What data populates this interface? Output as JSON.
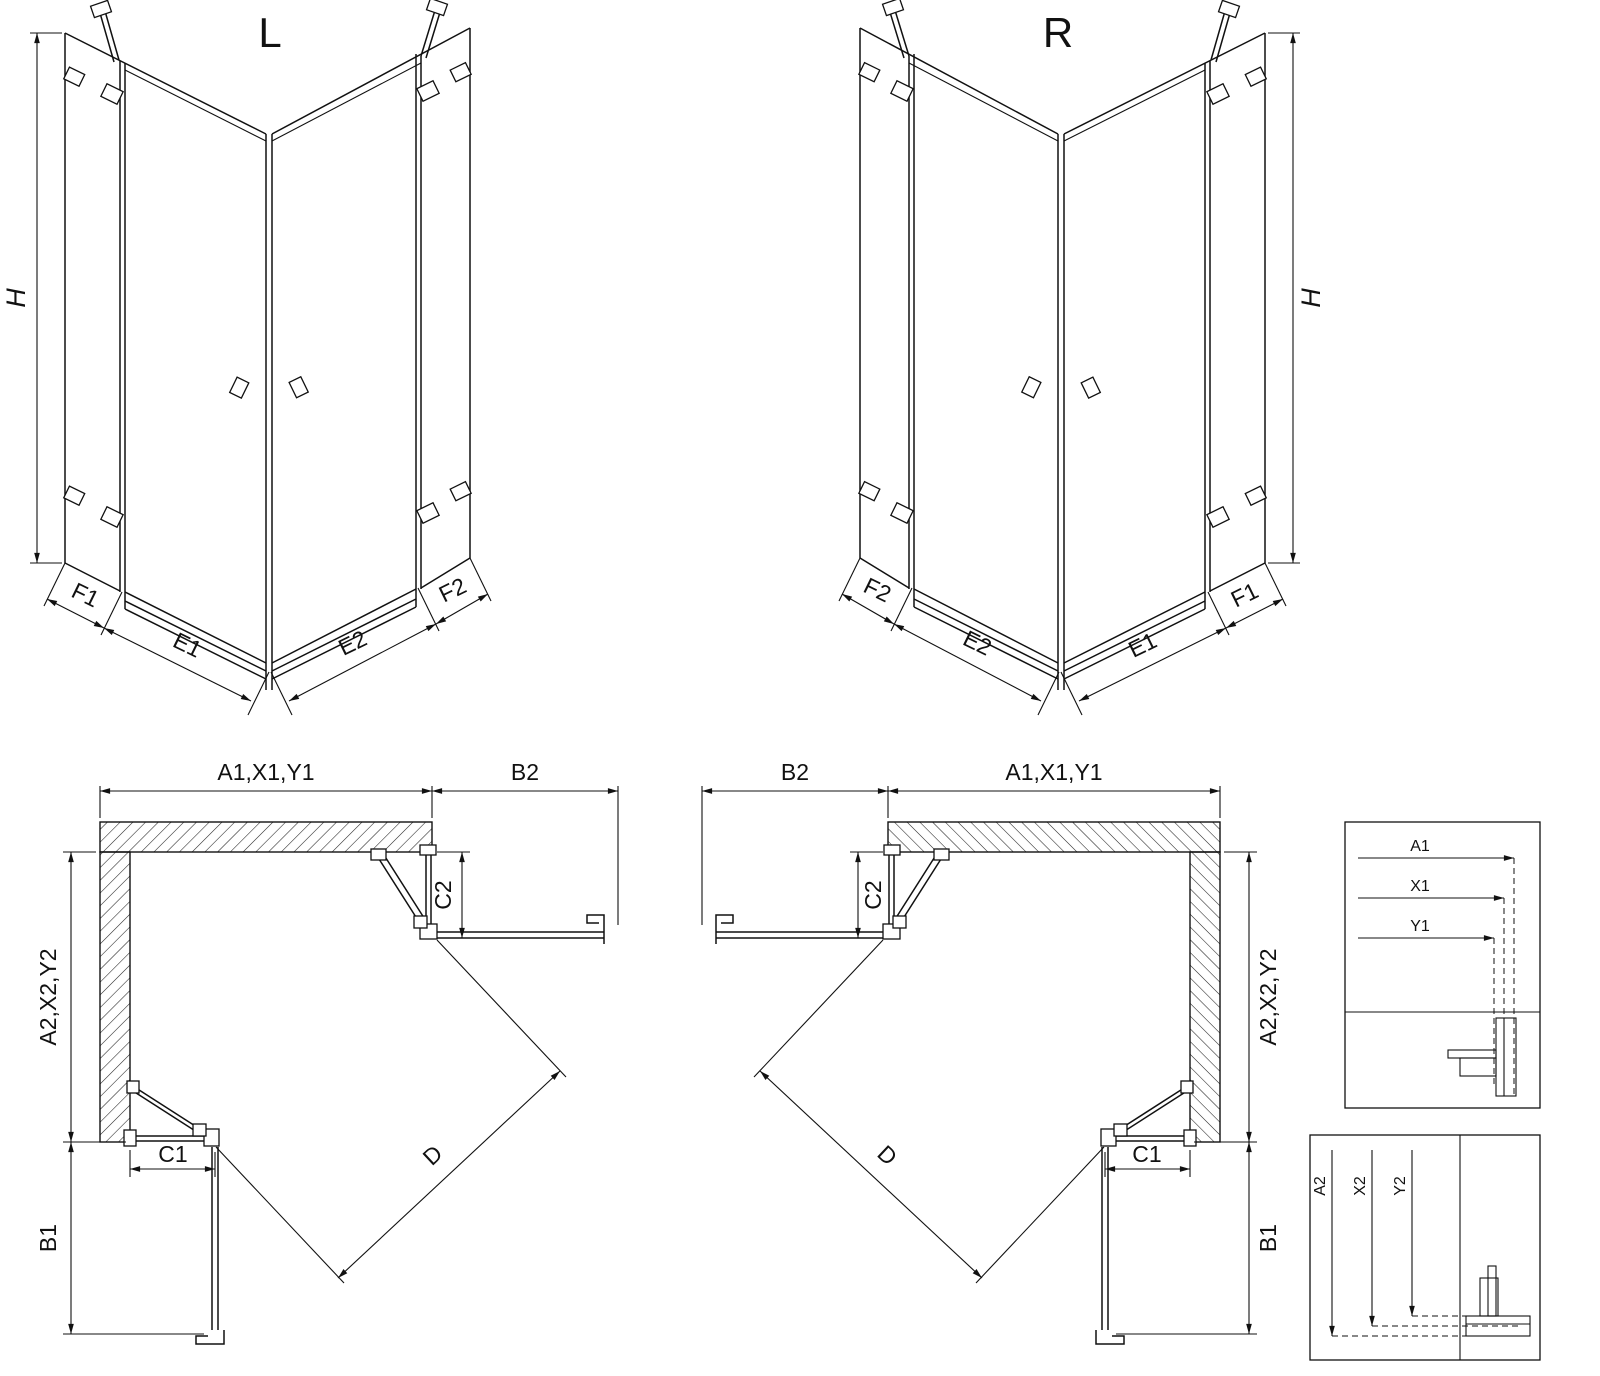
{
  "views": {
    "perspective_left": {
      "variant_label": "L",
      "height_label": "H",
      "dim_outer_left": "F1",
      "dim_inner_left": "E1",
      "dim_inner_right": "E2",
      "dim_outer_right": "F2"
    },
    "perspective_right": {
      "variant_label": "R",
      "height_label": "H",
      "dim_outer_left": "F2",
      "dim_inner_left": "E2",
      "dim_inner_right": "E1",
      "dim_outer_right": "F1"
    },
    "plan_left": {
      "dim_wall_width": "A1,X1,Y1",
      "dim_door_swing_top": "B2",
      "dim_fixed_top": "C2",
      "dim_wall_depth": "A2,X2,Y2",
      "dim_fixed_bottom": "C1",
      "dim_door_swing_bottom": "B1",
      "dim_diagonal_entry": "D"
    },
    "plan_right": {
      "dim_wall_width": "A1,X1,Y1",
      "dim_door_swing_top": "B2",
      "dim_fixed_top": "C2",
      "dim_wall_depth": "A2,X2,Y2",
      "dim_fixed_bottom": "C1",
      "dim_door_swing_bottom": "B1",
      "dim_diagonal_entry": "D"
    },
    "detail_width": {
      "box_labels": [
        "A1",
        "X1",
        "Y1"
      ]
    },
    "detail_depth": {
      "box_labels": [
        "A2",
        "X2",
        "Y2"
      ]
    }
  }
}
